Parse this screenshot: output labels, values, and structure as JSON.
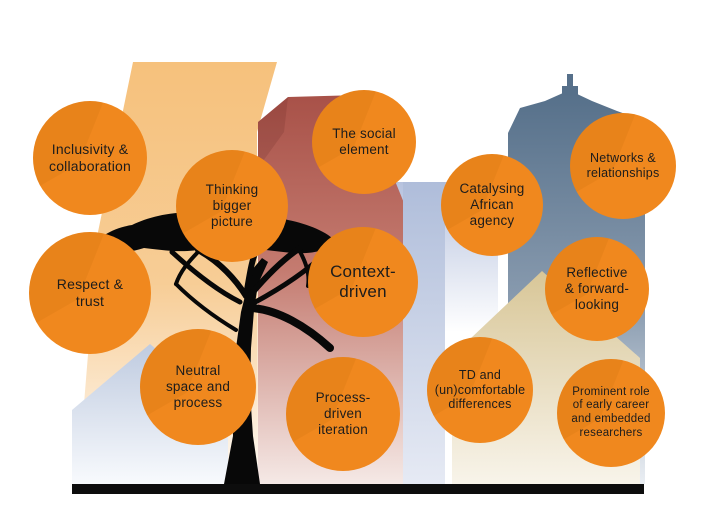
{
  "diagram": {
    "description_theme": "African skyline with acacia tree and orange concept bubbles",
    "bubbles": [
      {
        "id": "inclusivity",
        "label": "Inclusivity &\ncollaboration"
      },
      {
        "id": "thinking",
        "label": "Thinking\nbigger\npicture"
      },
      {
        "id": "social",
        "label": "The social\nelement"
      },
      {
        "id": "catalysing",
        "label": "Catalysing\nAfrican\nagency"
      },
      {
        "id": "networks",
        "label": "Networks &\nrelationships"
      },
      {
        "id": "respect",
        "label": "Respect &\ntrust"
      },
      {
        "id": "context",
        "label": "Context-\ndriven"
      },
      {
        "id": "reflective",
        "label": "Reflective\n& forward-\nlooking"
      },
      {
        "id": "neutral",
        "label": "Neutral\nspace and\nprocess"
      },
      {
        "id": "process",
        "label": "Process-\ndriven\niteration"
      },
      {
        "id": "td",
        "label": "TD and\n(un)comfortable\ndifferences"
      },
      {
        "id": "prominent",
        "label": "Prominent role\nof early career\nand embedded\nresearchers"
      }
    ],
    "colors": {
      "bubble_orange": "#F0881E",
      "bubble_shade": "#D9760F",
      "label_text": "#1C1C1C",
      "building_tan": "#F6C17C",
      "building_red": "#A85148",
      "building_tower_blue": "#56708A",
      "building_lavender": "#B3C0DC",
      "building_khaki": "#DCCB9E",
      "building_house_blue": "#C2CDE1",
      "ground_black": "#0D0D0D",
      "tree_black": "#080808",
      "background": "#FFFFFF"
    }
  }
}
